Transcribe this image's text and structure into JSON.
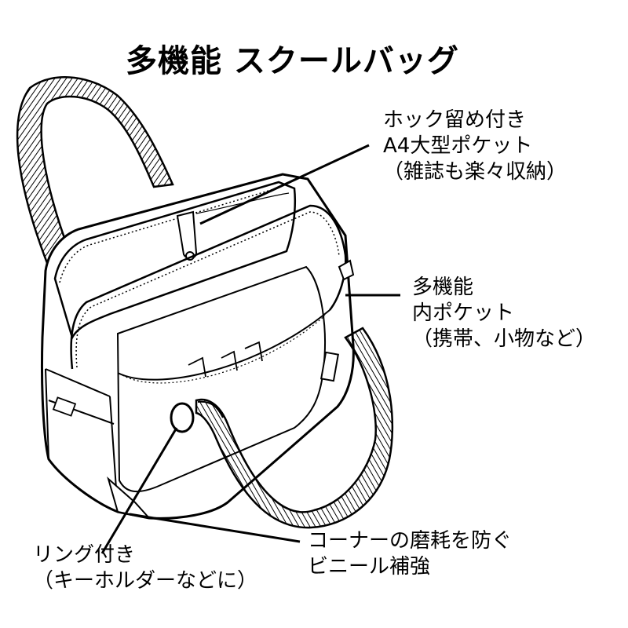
{
  "title": "多機能 スクールバッグ",
  "callouts": {
    "front_pocket": {
      "line1": "ホック留め付き",
      "line2": "A4大型ポケット",
      "line3": "（雑誌も楽々収納）"
    },
    "inner_pocket": {
      "line1": "多機能",
      "line2": "内ポケット",
      "line3": "（携帯、小物など）"
    },
    "ring": {
      "line1": "リング付き",
      "line2": "（キーホルダーなどに）"
    },
    "corner": {
      "line1": "コーナーの磨耗を防ぐ",
      "line2": "ビニール補強"
    }
  },
  "colors": {
    "ink": "#000000",
    "background": "#ffffff"
  }
}
